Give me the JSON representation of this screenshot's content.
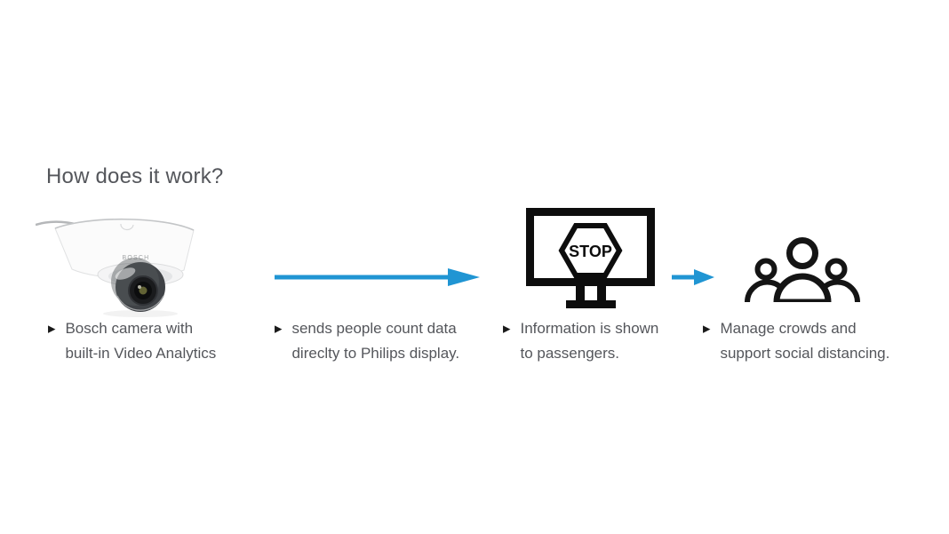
{
  "title": "How does it work?",
  "glyphs": {
    "bullet": "▶"
  },
  "colors": {
    "arrow_blue": "#2095d3",
    "text_gray": "#54565b",
    "icon_black": "#111111"
  },
  "camera": {
    "brand_label": "BOSCH"
  },
  "display_icon": {
    "sign_text": "STOP"
  },
  "steps": [
    {
      "icon": "bosch-camera-photo",
      "line1": "Bosch camera with",
      "line2": "built-in Video Analytics"
    },
    {
      "icon": "arrow-right-icon",
      "line1": "sends people count data",
      "line2": "direclty to Philips display."
    },
    {
      "icon": "display-stop-icon",
      "line1": "Information is shown",
      "line2": "to passengers."
    },
    {
      "icon": "crowd-icon",
      "line1": "Manage crowds and",
      "line2": "support social distancing."
    }
  ]
}
